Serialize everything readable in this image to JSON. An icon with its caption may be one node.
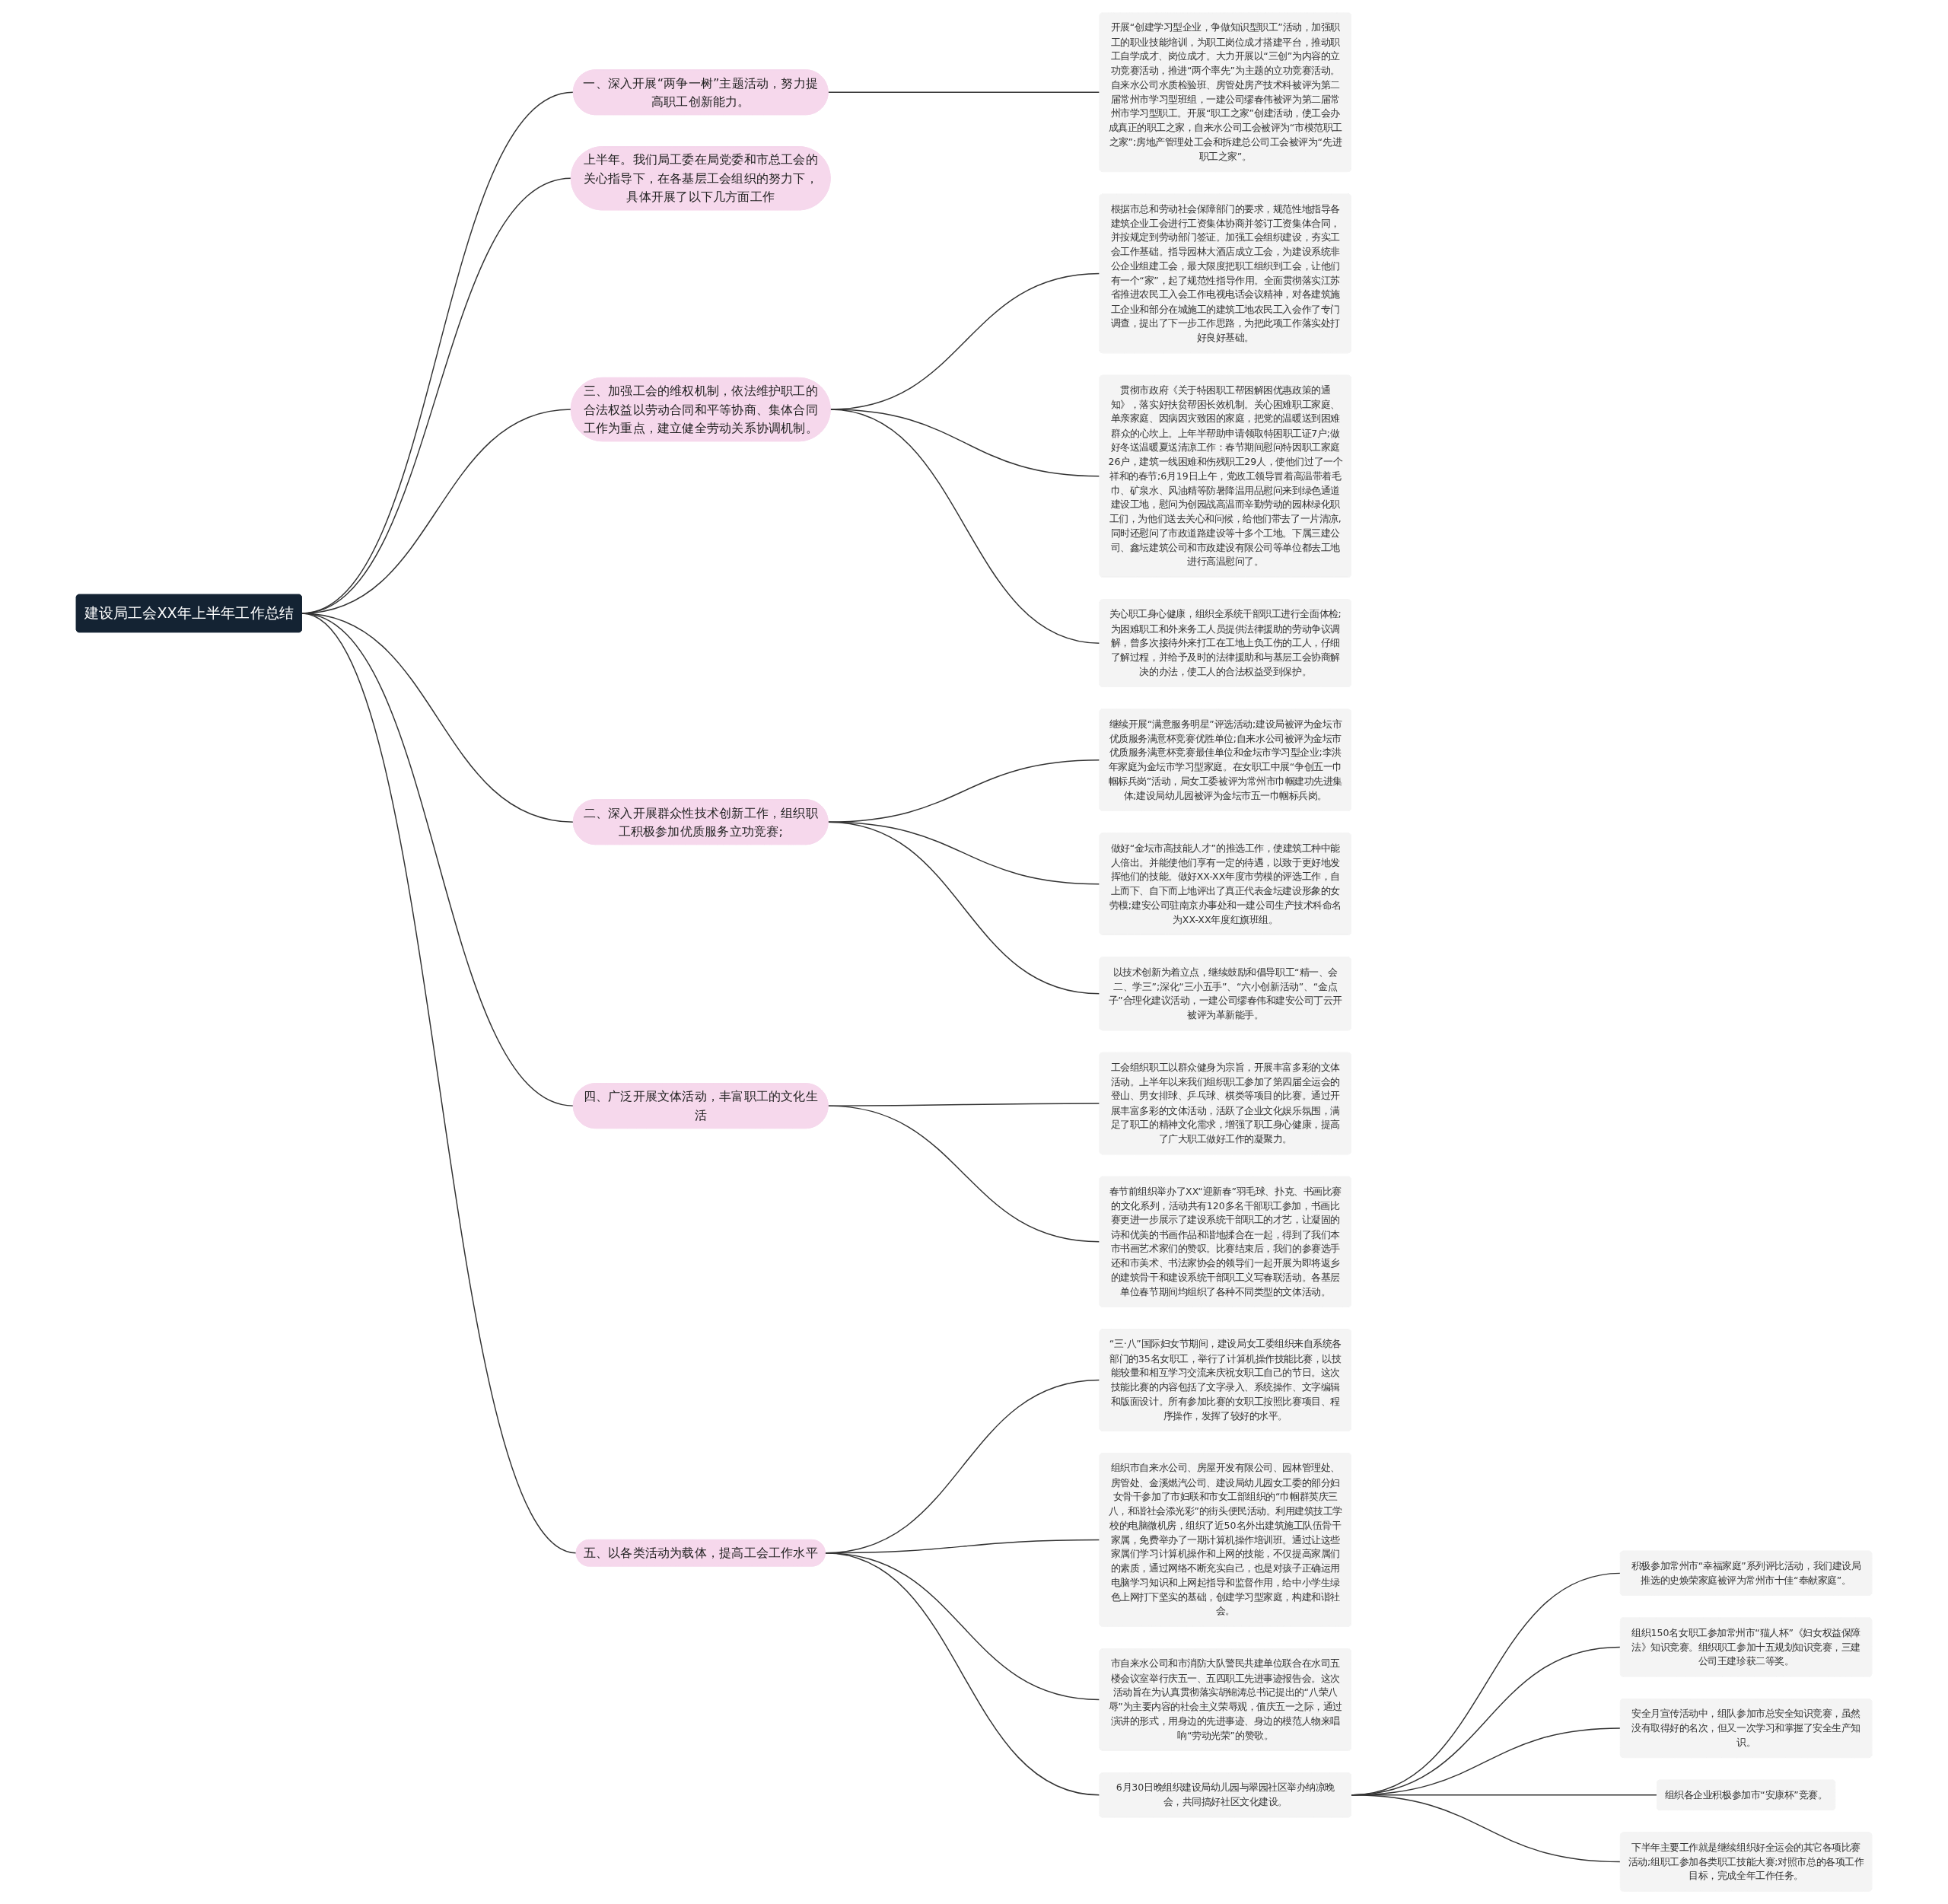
{
  "diagram": {
    "nodes": [
      {
        "text": [
          "建设局工会XX年上半年工作总结"
        ]
      },
      {
        "text": [
          "一、深入开展“两争一树”主题活动，努力提高职工创新能力。"
        ]
      },
      {
        "text": [
          "开展“创建学习型企业，争做知识型职工”活动，加强职工的职业技能培训，为职工岗位成才搭建平台，推动职工自学成才、岗位成才。大力开展以“三创”为内容的立功竞赛活动，推进“两个率先”为主题的立功竞赛活动。自来水公司水质检验班、房管处房产技术科被评为第二届常州市学习型班组，一建公司缪春伟被评为第二届常州市学习型职工。开展“职工之家”创建活动，使工会办成真正的职工之家，自来水公司工会被评为“市模范职工之家”;房地产管理处工会和拆建总公司工会被评为“先进职工之家”。"
        ]
      },
      {
        "text": [
          "上半年。我们局工委在局党委和市总工会的关心指导下，在各基层工会组织的努力下，具体开展了以下几方面工作"
        ]
      },
      {
        "text": [
          "三、加强工会的维权机制，依法维护职工的合法权益以劳动合同和平等协商、集体合同工作为重点，建立健全劳动关系协调机制。"
        ]
      },
      {
        "text": [
          "根据市总和劳动社会保障部门的要求，规范性地指导各建筑企业工会进行工资集体协商并签订工资集体合同，并按规定到劳动部门签证。加强工会组织建设，夯实工会工作基础。指导园林大酒店成立工会，为建设系统非公企业组建工会，最大限度把职工组织到工会，让他们有一个“家”，起了规范性指导作用。全面贯彻落实江苏省推进农民工入会工作电视电话会议精神，对各建筑施工企业和部分在城施工的建筑工地农民工入会作了专门调查，提出了下一步工作思路，为把此项工作落实处打好良好基础。"
        ]
      },
      {
        "text": [
          "贯彻市政府《关于特困职工帮困解困优惠政策的通知》，落实好扶贫帮困长效机制。关心困难职工家庭、单亲家庭、因病因灾致困的家庭，把党的温暖送到困难群众的心坎上。上年半帮助申请领取特困职工证7户;做好冬送温暖夏送清凉工作：春节期间慰问特因职工家庭26户，建筑一线困难和伤残职工29人，使他们过了一个祥和的春节;6月19日上午，党政工领导冒着高温带着毛巾、矿泉水、风油精等防暑降温用品慰问来到绿色通道建设工地，慰问为创园战高温而辛勤劳动的园林绿化职工们，为他们送去关心和问候，给他们带去了一片清凉,同时还慰问了市政道路建设等十多个工地。下属三建公司、鑫坛建筑公司和市政建设有限公司等单位都去工地进行高温慰问了。"
        ]
      },
      {
        "text": [
          "关心职工身心健康，组织全系统干部职工进行全面体检;为困难职工和外来务工人员提供法律援助的劳动争议调解，曾多次接待外来打工在工地上负工伤的工人，仔细了解过程，并给予及时的法律援助和与基层工会协商解决的办法，使工人的合法权益受到保护。"
        ]
      },
      {
        "text": [
          "二、深入开展群众性技术创新工作，组织职工积极参加优质服务立功竞赛;"
        ]
      },
      {
        "text": [
          "继续开展“满意服务明星”评选活动;建设局被评为金坛市优质服务满意杯竞赛优胜单位;自来水公司被评为金坛市优质服务满意杯竞赛最佳单位和金坛市学习型企业;李洪年家庭为金坛市学习型家庭。在女职工中展“争创五一巾帼标兵岗”活动，局女工委被评为常州市巾帼建功先进集体;建设局幼儿园被评为金坛市五一巾帼标兵岗。"
        ]
      },
      {
        "text": [
          "做好“金坛市高技能人才”的推选工作，使建筑工种中能人倍出。并能使他们享有一定的待遇，以致于更好地发挥他们的技能。做好XX-XX年度市劳模的评选工作，自上而下、自下而上地评出了真正代表金坛建设形象的女劳模;建安公司驻南京办事处和一建公司生产技术科命名为XX-XX年度红旗班组。"
        ]
      },
      {
        "text": [
          "以技术创新为着立点，继续鼓励和倡导职工“精一、会二、学三”;深化“三小五手”、“六小创新活动”、“金点子”合理化建议活动，一建公司缪春伟和建安公司丁云开被评为革新能手。"
        ]
      },
      {
        "text": [
          "四、广泛开展文体活动，丰富职工的文化生活"
        ]
      },
      {
        "text": [
          "工会组织职工以群众健身为宗旨，开展丰富多彩的文体活动。上半年以来我们组织职工参加了第四届全运会的登山、男女排球、乒乓球、棋类等项目的比赛。通过开展丰富多彩的文体活动，活跃了企业文化娱乐氛围，满足了职工的精神文化需求，增强了职工身心健康，提高了广大职工做好工作的凝聚力。"
        ]
      },
      {
        "text": [
          "春节前组织举办了XX“迎新春”羽毛球、扑克、书画比赛的文化系列，活动共有120多名干部职工参加，书画比赛更进一步展示了建设系统干部职工的才艺，让凝固的诗和优美的书画作品和谐地揉合在一起，得到了我们本市书画艺术家们的赞叹。比赛结束后，我们的参赛选手还和市美术、书法家协会的领导们一起开展为即将返乡的建筑骨干和建设系统干部职工义写春联活动。各基层单位春节期间均组织了各种不同类型的文体活动。"
        ]
      },
      {
        "text": [
          "五、以各类活动为载体，提高工会工作水平"
        ]
      },
      {
        "text": [
          "“三·八”国际妇女节期间，建设局女工委组织来自系统各部门的35名女职工，举行了计算机操作技能比赛，以技能较量和相互学习交流来庆祝女职工自己的节日。这次技能比赛的内容包括了文字录入、系统操作、文字编辑和版面设计。所有参加比赛的女职工按照比赛项目、程序操作，发挥了较好的水平。"
        ]
      },
      {
        "text": [
          "组织市自来水公司、房屋开发有限公司、园林管理处、房管处、金溪燃汽公司、建设局幼儿园女工委的部分妇女骨干参加了市妇联和市女工部组织的“巾帼群英庆三八，和谐社会添光彩”的街头便民活动。利用建筑技工学校的电脑微机房，组织了近50名外出建筑施工队伍骨干家属，免费举办了一期计算机操作培训班。通过让这些家属们学习计算机操作和上网的技能，不仅提高家属们的素质，通过网络不断充实自己，也是对孩子正确运用电脑学习知识和上网起指导和监督作用，给中小学生绿色上网打下坚实的基础，创建学习型家庭，构建和谐社会。"
        ]
      },
      {
        "text": [
          "市自来水公司和市消防大队警民共建单位联合在水司五楼会议室举行庆五一、五四职工先进事迹报告会。这次活动旨在为认真贯彻落实胡锦涛总书记提出的“八荣八辱”为主要内容的社会主义荣辱观，值庆五一之际，通过演讲的形式，用身边的先进事迹、身边的模范人物来唱响“劳动光荣”的赞歌。"
        ]
      },
      {
        "text": [
          "6月30日晚组织建设局幼儿园与翠园社区举办纳凉晚会，共同搞好社区文化建设。"
        ]
      },
      {
        "text": [
          "积极参加常州市“幸福家庭”系列评比活动，我们建设局推选的史焕荣家庭被评为常州市十佳“奉献家庭”。"
        ]
      },
      {
        "text": [
          "组织150名女职工参加常州市“猫人杯”《妇女权益保障法》知识竞赛。组织职工参加十五规划知识竞赛，三建公司王建珍获二等奖。"
        ]
      },
      {
        "text": [
          "安全月宣传活动中，组队参加市总安全知识竞赛，虽然没有取得好的名次，但又一次学习和掌握了安全生产知识。"
        ]
      },
      {
        "text": [
          "组织各企业积极参加市“安康杯”竞赛。"
        ]
      },
      {
        "text": [
          "下半年主要工作就是继续组织好全运会的其它各项比赛活动;组职工参加各类职工技能大赛;对照市总的各项工作目标，完成全年工作任务。"
        ]
      }
    ],
    "edges": [
      {
        "from": 0,
        "to": 1,
        "arrow": "none"
      },
      {
        "from": 1,
        "to": 2,
        "arrow": "none"
      },
      {
        "from": 0,
        "to": 3,
        "arrow": "none"
      },
      {
        "from": 0,
        "to": 4,
        "arrow": "none"
      },
      {
        "from": 4,
        "to": 5,
        "arrow": "none"
      },
      {
        "from": 4,
        "to": 6,
        "arrow": "none"
      },
      {
        "from": 4,
        "to": 7,
        "arrow": "none"
      },
      {
        "from": 0,
        "to": 8,
        "arrow": "none"
      },
      {
        "from": 8,
        "to": 9,
        "arrow": "none"
      },
      {
        "from": 8,
        "to": 10,
        "arrow": "none"
      },
      {
        "from": 8,
        "to": 11,
        "arrow": "none"
      },
      {
        "from": 0,
        "to": 12,
        "arrow": "none"
      },
      {
        "from": 12,
        "to": 13,
        "arrow": "none"
      },
      {
        "from": 12,
        "to": 14,
        "arrow": "none"
      },
      {
        "from": 0,
        "to": 15,
        "arrow": "none"
      },
      {
        "from": 15,
        "to": 16,
        "arrow": "none"
      },
      {
        "from": 15,
        "to": 17,
        "arrow": "none"
      },
      {
        "from": 15,
        "to": 18,
        "arrow": "none"
      },
      {
        "from": 15,
        "to": 19,
        "arrow": "none"
      },
      {
        "from": 19,
        "to": 20,
        "arrow": "none"
      },
      {
        "from": 19,
        "to": 21,
        "arrow": "none"
      },
      {
        "from": 19,
        "to": 22,
        "arrow": "none"
      },
      {
        "from": 19,
        "to": 23,
        "arrow": "none"
      },
      {
        "from": 19,
        "to": 24,
        "arrow": "none"
      }
    ]
  }
}
